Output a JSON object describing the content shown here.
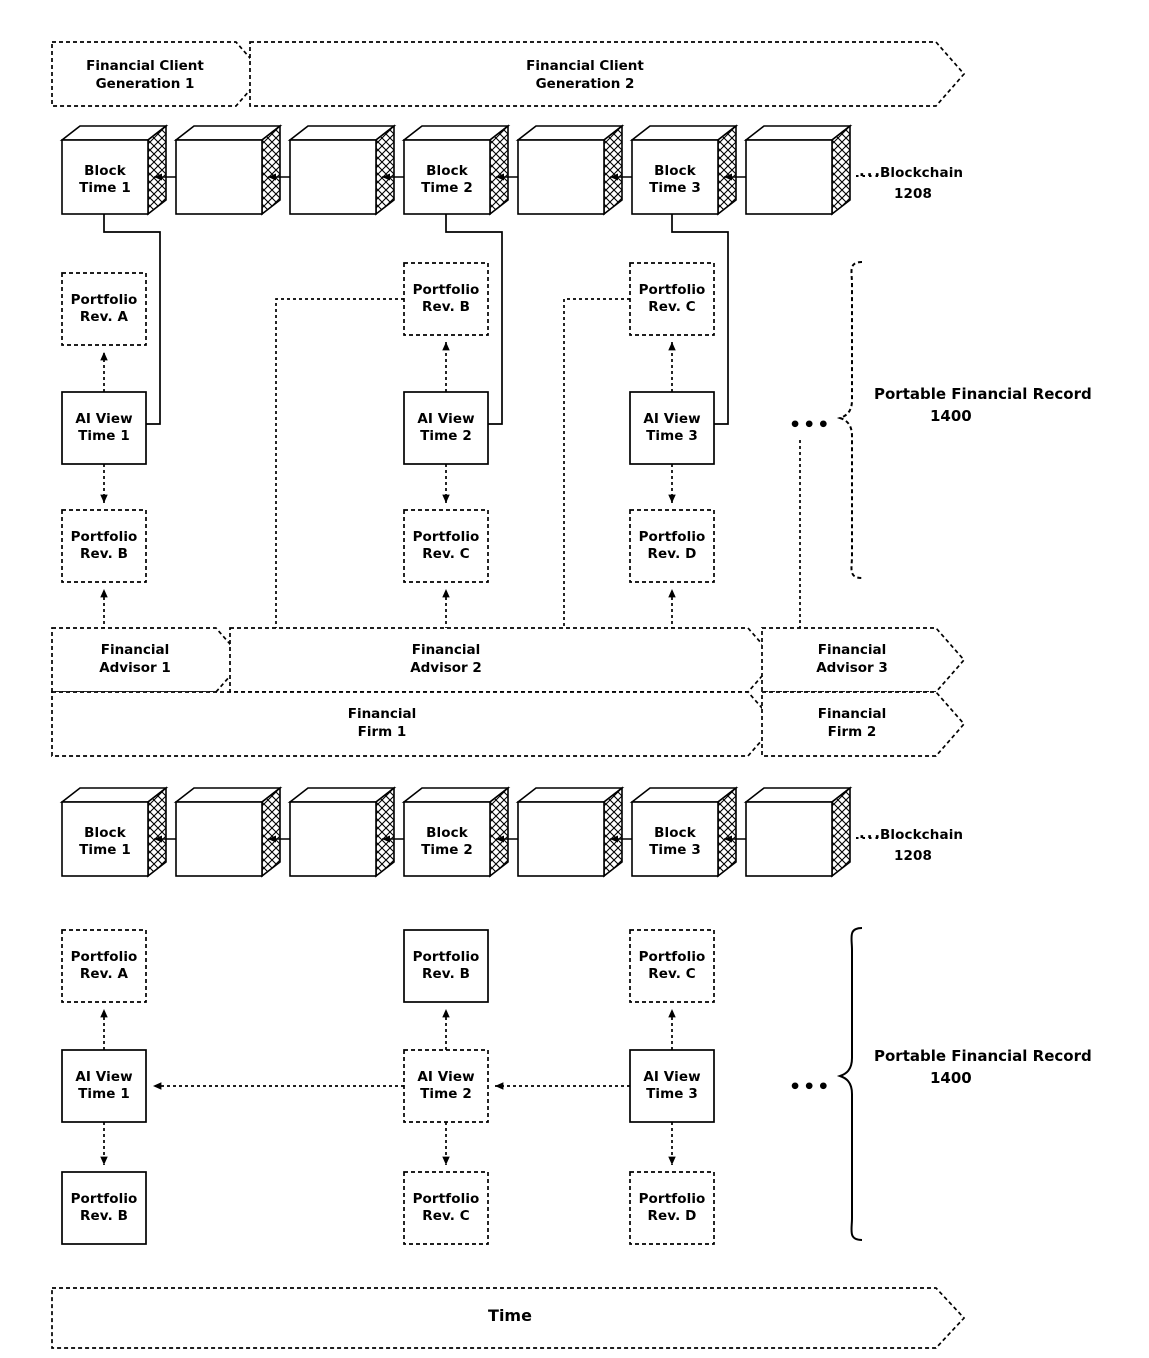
{
  "figure": {
    "title": "Portable Financial Record on Blockchain — Patent Diagram",
    "ellipsis": "•••",
    "dots_leader": "···"
  },
  "top_section": {
    "client_banners": [
      {
        "label": "Financial Client\nGeneration 1"
      },
      {
        "label": "Financial Client\nGeneration 2"
      }
    ],
    "blockchain": {
      "label": "Blockchain",
      "number": "1208",
      "blocks": [
        {
          "label": "Block\nTime 1"
        },
        {
          "label": ""
        },
        {
          "label": ""
        },
        {
          "label": "Block\nTime 2"
        },
        {
          "label": ""
        },
        {
          "label": "Block\nTime 3"
        },
        {
          "label": ""
        }
      ]
    },
    "record": {
      "label": "Portable Financial Record",
      "number": "1400"
    },
    "columns": [
      {
        "top_portfolio": "Portfolio\nRev. A",
        "ai_view": "AI View\nTime 1",
        "bottom_portfolio": "Portfolio\nRev. B"
      },
      {
        "top_portfolio": "Portfolio\nRev. B",
        "ai_view": "AI View\nTime 2",
        "bottom_portfolio": "Portfolio\nRev. C"
      },
      {
        "top_portfolio": "Portfolio\nRev. C",
        "ai_view": "AI View\nTime 3",
        "bottom_portfolio": "Portfolio\nRev. D"
      }
    ],
    "advisor_banners": [
      {
        "label": "Financial\nAdvisor 1"
      },
      {
        "label": "Financial\nAdvisor 2"
      },
      {
        "label": "Financial\nAdvisor 3"
      }
    ],
    "firm_banners": [
      {
        "label": "Financial\nFirm 1"
      },
      {
        "label": "Financial\nFirm 2"
      }
    ]
  },
  "bottom_section": {
    "blockchain": {
      "label": "Blockchain",
      "number": "1208",
      "blocks": [
        {
          "label": "Block\nTime 1"
        },
        {
          "label": ""
        },
        {
          "label": ""
        },
        {
          "label": "Block\nTime 2"
        },
        {
          "label": ""
        },
        {
          "label": "Block\nTime 3"
        },
        {
          "label": ""
        }
      ]
    },
    "record": {
      "label": "Portable Financial Record",
      "number": "1400"
    },
    "columns": [
      {
        "top_portfolio": "Portfolio\nRev. A",
        "ai_view": "AI View\nTime 1",
        "bottom_portfolio": "Portfolio\nRev. B"
      },
      {
        "top_portfolio": "Portfolio\nRev. B",
        "ai_view": "AI View\nTime 2",
        "bottom_portfolio": "Portfolio\nRev. C"
      },
      {
        "top_portfolio": "Portfolio\nRev. C",
        "ai_view": "AI View\nTime 3",
        "bottom_portfolio": "Portfolio\nRev. D"
      }
    ]
  },
  "time_banner": {
    "label": "Time"
  }
}
